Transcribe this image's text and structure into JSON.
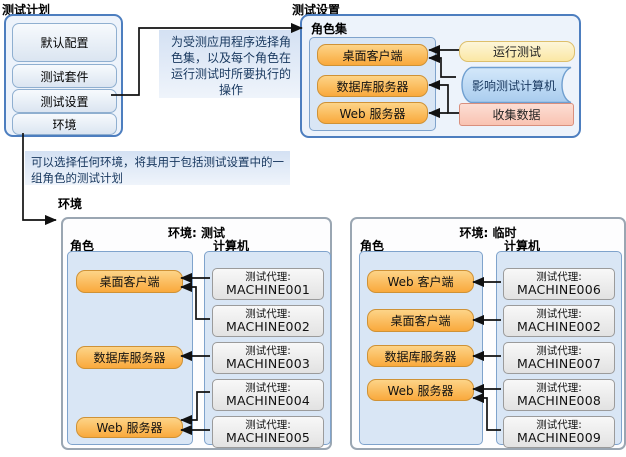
{
  "palette": {
    "box_border_blue": "#4d7ebf",
    "box_fill_blue": "#edf3fb",
    "panel_fill": "#d9e6f5",
    "role_orange": "#f9a93c",
    "machine_gray": "#e9e9e9",
    "run_tests_yellow": "#fbe7a4",
    "affect_blue": "#bcd8f3",
    "collect_pink": "#f9c3b2",
    "note_blue": "#d4e1f3",
    "env_border_gray": "#9aa6b2"
  },
  "test_plan": {
    "title": "测试计划",
    "buttons": [
      "默认配置",
      "测试套件",
      "测试设置",
      "环境"
    ]
  },
  "notes": {
    "role_set_note": "为受测应用程序选择角色集，以及每个角色在运行测试时所要执行的操作",
    "environment_note": "可以选择任何环境，将其用于包括测试设置中的一组角色的测试计划"
  },
  "test_settings": {
    "title": "测试设置",
    "role_set_label": "角色集",
    "roles": [
      "桌面客户端",
      "数据库服务器",
      "Web 服务器"
    ],
    "run_tests": "运行测试",
    "affect_machines": "影响测试计算机",
    "collect_data": "收集数据"
  },
  "environments_label": "环境",
  "environments": [
    {
      "title": "环境: 测试",
      "roles_label": "角色",
      "computers_label": "计算机",
      "roles": [
        "桌面客户端",
        "数据库服务器",
        "Web 服务器"
      ],
      "machines": [
        [
          "测试代理:",
          "MACHINE001"
        ],
        [
          "测试代理:",
          "MACHINE002"
        ],
        [
          "测试代理:",
          "MACHINE003"
        ],
        [
          "测试代理:",
          "MACHINE004"
        ],
        [
          "测试代理:",
          "MACHINE005"
        ]
      ]
    },
    {
      "title": "环境: 临时",
      "roles_label": "角色",
      "computers_label": "计算机",
      "roles": [
        "Web 客户端",
        "桌面客户端",
        "数据库服务器",
        "Web 服务器"
      ],
      "machines": [
        [
          "测试代理:",
          "MACHINE006"
        ],
        [
          "测试代理:",
          "MACHINE002"
        ],
        [
          "测试代理:",
          "MACHINE007"
        ],
        [
          "测试代理:",
          "MACHINE008"
        ],
        [
          "测试代理:",
          "MACHINE009"
        ]
      ]
    }
  ]
}
